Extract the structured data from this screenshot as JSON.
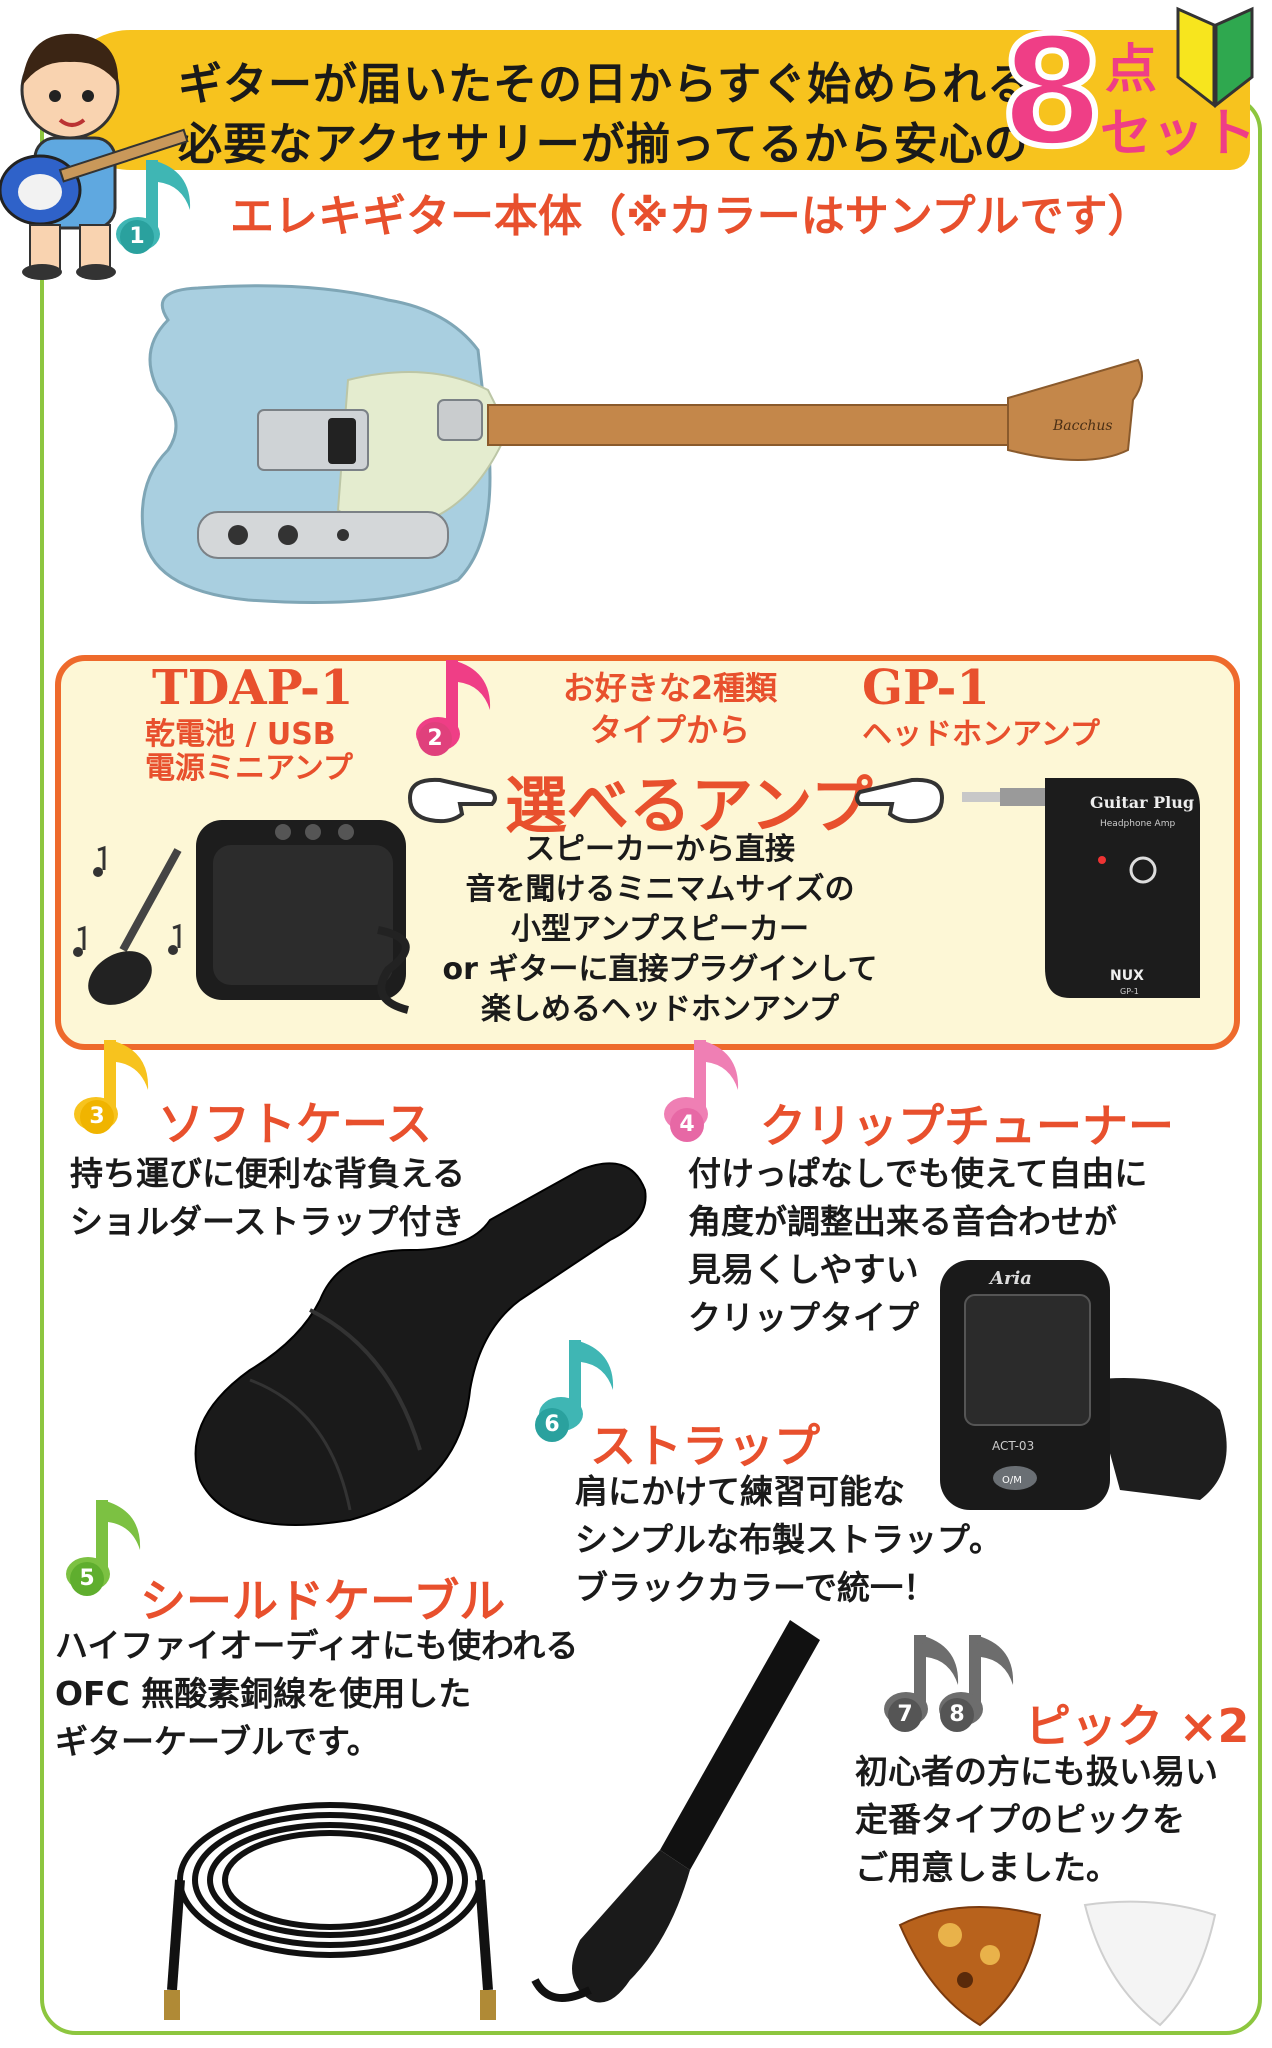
{
  "banner": {
    "line1": "ギターが届いたその日からすぐ始められる",
    "line2": "必要なアクセサリーが揃ってるから安心の",
    "count": "8",
    "count_unit": "点",
    "set_label": "セット"
  },
  "items": {
    "guitar": {
      "number": "1",
      "title": "エレキギター本体（※カラーはサンプルです）",
      "brand": "Bacchus"
    },
    "amp": {
      "number": "2",
      "left_model": "TDAP-1",
      "left_desc": [
        "乾電池 / USB",
        "電源ミニアンプ"
      ],
      "choose_sub": [
        "お好きな2種類",
        "タイプから"
      ],
      "choose_title": "選べるアンプ",
      "right_model": "GP-1",
      "right_desc": "ヘッドホンアンプ",
      "device_brand": "Guitar Plug",
      "device_sub": "Headphone Amp",
      "device_maker": "NUX",
      "device_model": "GP-1",
      "desc": [
        "スピーカーから直接",
        "音を聞けるミニマムサイズの",
        "小型アンプスピーカー",
        "or ギターに直接プラグインして",
        "楽しめるヘッドホンアンプ"
      ]
    },
    "case": {
      "number": "3",
      "title": "ソフトケース",
      "desc": [
        "持ち運びに便利な背負える",
        "ショルダーストラップ付き"
      ]
    },
    "tuner": {
      "number": "4",
      "title": "クリップチューナー",
      "desc": [
        "付けっぱなしでも使えて自由に",
        "角度が調整出来る音合わせが",
        "見易くしやすい",
        "クリップタイプ"
      ],
      "device_brand": "Aria",
      "device_model": "ACT-03",
      "device_button": "O/M"
    },
    "cable": {
      "number": "5",
      "title": "シールドケーブル",
      "desc": [
        "ハイファイオーディオにも使われる",
        "OFC 無酸素銅線を使用した",
        "ギターケーブルです。"
      ]
    },
    "strap": {
      "number": "6",
      "title": "ストラップ",
      "desc": [
        "肩にかけて練習可能な",
        "シンプルな布製ストラップ。",
        "ブラックカラーで統一！"
      ]
    },
    "pick": {
      "numbers": [
        "7",
        "8"
      ],
      "title": "ピック ×2",
      "desc": [
        "初心者の方にも扱い易い",
        "定番タイプのピックを",
        "ご用意しました。"
      ]
    }
  },
  "colors": {
    "banner": "#f7c31e",
    "heading": "#e8502d",
    "accent_pink": "#ef3e86",
    "frame_green": "#8dc63f",
    "amp_border": "#ee6a2c",
    "note_1": "#3fb6b4",
    "note_2": "#ef3e86",
    "note_3": "#f7c31e",
    "note_4": "#ef7fb4",
    "note_5": "#7cc142",
    "note_6": "#3fb6b4",
    "note_78": "#6d6d6d"
  },
  "icons": [
    "beginner-mark-icon",
    "boy-with-guitar-illustration",
    "music-note-icon",
    "pointing-hand-icon"
  ]
}
